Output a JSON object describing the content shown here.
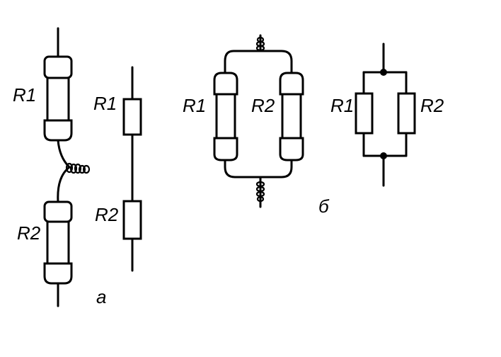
{
  "labels": {
    "r1": "R1",
    "r2": "R2",
    "part_a": "а",
    "part_b": "б"
  }
}
